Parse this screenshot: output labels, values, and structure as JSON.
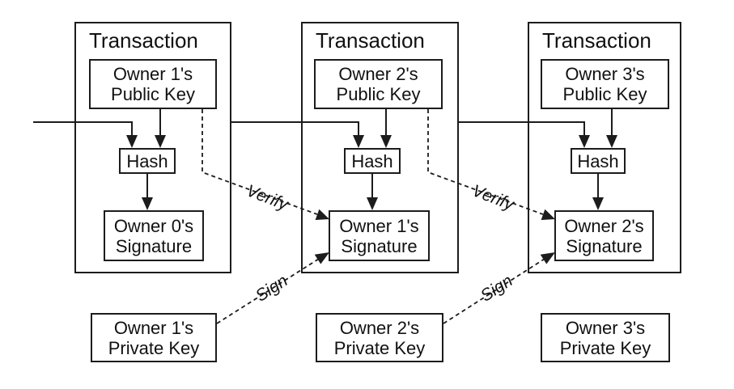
{
  "colors": {
    "background": "#ffffff",
    "line": "#1c1c1c",
    "text": "#111111"
  },
  "connector_labels": {
    "verify_1": "Verify",
    "verify_2": "Verify",
    "sign_1": "Sign",
    "sign_2": "Sign"
  },
  "transactions": [
    {
      "title": "Transaction",
      "public_key": {
        "line1": "Owner 1's",
        "line2": "Public Key"
      },
      "hash": "Hash",
      "signature": {
        "line1": "Owner 0's",
        "line2": "Signature"
      },
      "private_key": {
        "line1": "Owner 1's",
        "line2": "Private Key"
      }
    },
    {
      "title": "Transaction",
      "public_key": {
        "line1": "Owner 2's",
        "line2": "Public Key"
      },
      "hash": "Hash",
      "signature": {
        "line1": "Owner 1's",
        "line2": "Signature"
      },
      "private_key": {
        "line1": "Owner 2's",
        "line2": "Private Key"
      }
    },
    {
      "title": "Transaction",
      "public_key": {
        "line1": "Owner 3's",
        "line2": "Public Key"
      },
      "hash": "Hash",
      "signature": {
        "line1": "Owner 2's",
        "line2": "Signature"
      },
      "private_key": {
        "line1": "Owner 3's",
        "line2": "Private Key"
      }
    }
  ]
}
